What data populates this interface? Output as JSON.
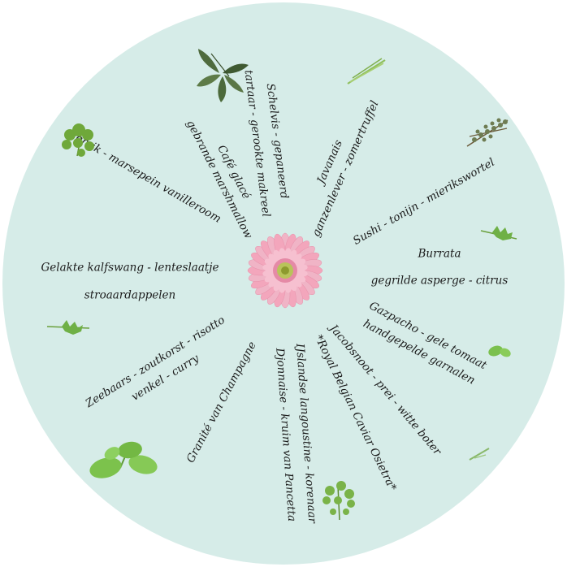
{
  "menu": [
    {
      "lines": [
        "Café glacé",
        "gebrande marshmallow"
      ]
    },
    {
      "lines": [
        "Schelvis - gepaneerd",
        "tartaar - gerookte makreel"
      ]
    },
    {
      "lines": [
        "Javanais",
        "ganzenlever - zomertruffel"
      ]
    },
    {
      "lines": [
        "Sushi - tonijn - mierikswortel"
      ]
    },
    {
      "lines": [
        "Burrata",
        "gegrilde asperge - citrus"
      ]
    },
    {
      "lines": [
        "Gazpacho - gele tomaat",
        "handgepelde garnalen"
      ]
    },
    {
      "lines": [
        "Jacobsnoot - prei - witte boter"
      ]
    },
    {
      "lines": [
        "*Royal Belgian Caviar Osietra*"
      ]
    },
    {
      "lines": [
        "IJslandse langoustine - korenaar",
        "Djonnaise - kruim van Pancetta"
      ]
    },
    {
      "lines": [
        "Granité van Champagne"
      ]
    },
    {
      "lines": [
        "Zeebaars - zoutkorst - risotto",
        "venkel - curry"
      ]
    },
    {
      "lines": [
        "Gelakte kalfswang - lenteslaatje",
        "stroaardappelen"
      ]
    },
    {
      "lines": [
        "Perzik - marsepein vanilleroom"
      ]
    }
  ],
  "images": {
    "center": "pink-gerbera-flower",
    "herbs": [
      "bay-leaves",
      "chive-sprig",
      "thyme-sprig",
      "parsley-sprig",
      "rocket-leaf-top",
      "rocket-leaf-left",
      "mint-leaf-small",
      "mint-sprig-large",
      "oregano-sprig",
      "dill-sprig",
      "chive-small"
    ]
  },
  "colors": {
    "background": "#d6ece8",
    "text": "#1b1b1b",
    "flower": "#f3a6bc"
  }
}
